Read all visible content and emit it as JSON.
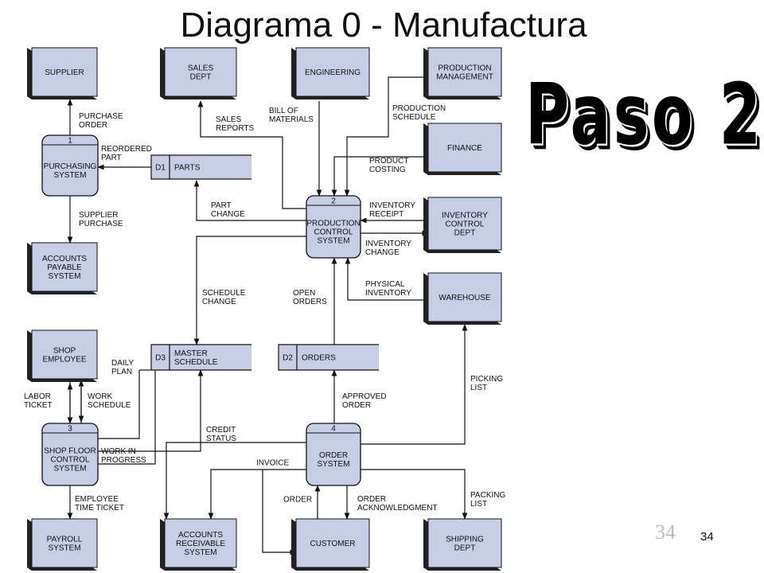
{
  "title": "Diagrama 0 - Manufactura",
  "stamp": "Paso 2",
  "page_number_faded": "34",
  "page_number": "34",
  "entities": [
    {
      "id": "supplier",
      "lines": [
        "SUPPLIER"
      ]
    },
    {
      "id": "sales-dept",
      "lines": [
        "SALES",
        "DEPT"
      ]
    },
    {
      "id": "engineering",
      "lines": [
        "ENGINEERING"
      ]
    },
    {
      "id": "production-management",
      "lines": [
        "PRODUCTION",
        "MANAGEMENT"
      ]
    },
    {
      "id": "finance",
      "lines": [
        "FINANCE"
      ]
    },
    {
      "id": "accounts-payable-system",
      "lines": [
        "ACCOUNTS",
        "PAYABLE",
        "SYSTEM"
      ]
    },
    {
      "id": "inventory-control-dept",
      "lines": [
        "INVENTORY",
        "CONTROL",
        "DEPT"
      ]
    },
    {
      "id": "warehouse",
      "lines": [
        "WAREHOUSE"
      ]
    },
    {
      "id": "shop-employee",
      "lines": [
        "SHOP",
        "EMPLOYEE"
      ]
    },
    {
      "id": "payroll-system",
      "lines": [
        "PAYROLL",
        "SYSTEM"
      ]
    },
    {
      "id": "accounts-receivable-system",
      "lines": [
        "ACCOUNTS",
        "RECEIVABLE",
        "SYSTEM"
      ]
    },
    {
      "id": "customer",
      "lines": [
        "CUSTOMER"
      ]
    },
    {
      "id": "shipping-dept",
      "lines": [
        "SHIPPING",
        "DEPT"
      ]
    }
  ],
  "processes": [
    {
      "id": "purchasing-system",
      "number": "1",
      "lines": [
        "PURCHASING",
        "SYSTEM"
      ]
    },
    {
      "id": "production-control-system",
      "number": "2",
      "lines": [
        "PRODUCTION",
        "CONTROL",
        "SYSTEM"
      ]
    },
    {
      "id": "shop-floor-control-system",
      "number": "3",
      "lines": [
        "SHOP FLOOR",
        "CONTROL",
        "SYSTEM"
      ]
    },
    {
      "id": "order-system",
      "number": "4",
      "lines": [
        "ORDER",
        "SYSTEM"
      ]
    }
  ],
  "stores": [
    {
      "id": "parts",
      "code": "D1",
      "lines": [
        "PARTS"
      ]
    },
    {
      "id": "master-schedule",
      "code": "D3",
      "lines": [
        "MASTER",
        "SCHEDULE"
      ]
    },
    {
      "id": "orders",
      "code": "D2",
      "lines": [
        "ORDERS"
      ]
    }
  ],
  "flows": [
    {
      "id": "purchase-order",
      "lines": [
        "PURCHASE",
        "ORDER"
      ]
    },
    {
      "id": "reordered-part",
      "lines": [
        "REORDERED",
        "PART"
      ]
    },
    {
      "id": "supplier-purchase",
      "lines": [
        "SUPPLIER",
        "PURCHASE"
      ]
    },
    {
      "id": "sales-reports",
      "lines": [
        "SALES",
        "REPORTS"
      ]
    },
    {
      "id": "bill-of-materials",
      "lines": [
        "BILL OF",
        "MATERIALS"
      ]
    },
    {
      "id": "production-schedule",
      "lines": [
        "PRODUCTION",
        "SCHEDULE"
      ]
    },
    {
      "id": "product-costing",
      "lines": [
        "PRODUCT",
        "COSTING"
      ]
    },
    {
      "id": "part-change",
      "lines": [
        "PART",
        "CHANGE"
      ]
    },
    {
      "id": "inventory-receipt",
      "lines": [
        "INVENTORY",
        "RECEIPT"
      ]
    },
    {
      "id": "inventory-change",
      "lines": [
        "INVENTORY",
        "CHANGE"
      ]
    },
    {
      "id": "schedule-change",
      "lines": [
        "SCHEDULE",
        "CHANGE"
      ]
    },
    {
      "id": "open-orders",
      "lines": [
        "OPEN",
        "ORDERS"
      ]
    },
    {
      "id": "physical-inventory",
      "lines": [
        "PHYSICAL",
        "INVENTORY"
      ]
    },
    {
      "id": "daily-plan",
      "lines": [
        "DAILY",
        "PLAN"
      ]
    },
    {
      "id": "labor-ticket",
      "lines": [
        "LABOR",
        "TICKET"
      ]
    },
    {
      "id": "work-schedule",
      "lines": [
        "WORK",
        "SCHEDULE"
      ]
    },
    {
      "id": "approved-order",
      "lines": [
        "APPROVED",
        "ORDER"
      ]
    },
    {
      "id": "picking-list",
      "lines": [
        "PICKING",
        "LIST"
      ]
    },
    {
      "id": "credit-status",
      "lines": [
        "CREDIT",
        "STATUS"
      ]
    },
    {
      "id": "work-in-progress",
      "lines": [
        "WORK IN",
        "PROGRESS"
      ]
    },
    {
      "id": "invoice",
      "lines": [
        "INVOICE"
      ]
    },
    {
      "id": "employee-time-ticket",
      "lines": [
        "EMPLOYEE",
        "TIME TICKET"
      ]
    },
    {
      "id": "order",
      "lines": [
        "ORDER"
      ]
    },
    {
      "id": "order-acknowledgment",
      "lines": [
        "ORDER",
        "ACKNOWLEDGMENT"
      ]
    },
    {
      "id": "packing-list",
      "lines": [
        "PACKING",
        "LIST"
      ]
    }
  ]
}
